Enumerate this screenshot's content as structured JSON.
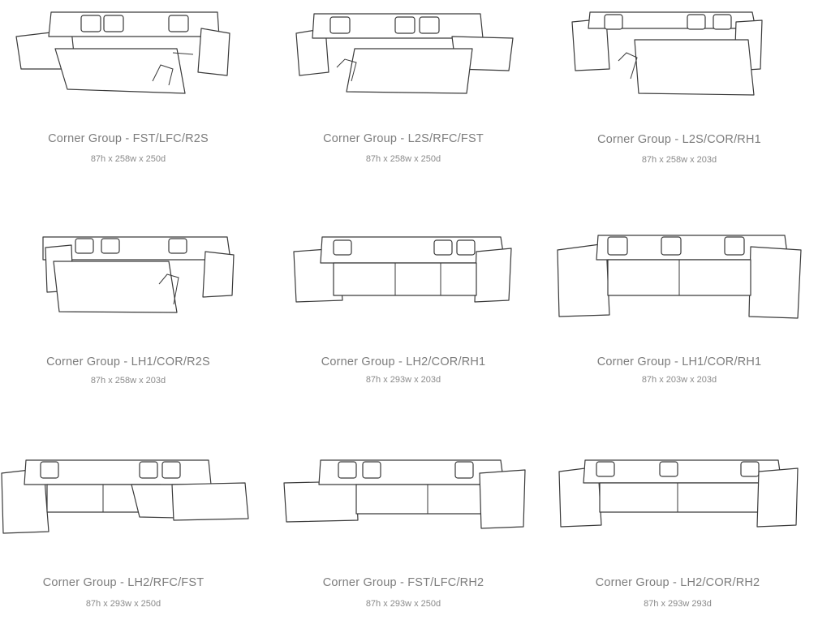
{
  "products": [
    {
      "title": "Corner Group - FST/LFC/R2S",
      "dims": "87h x 258w x 250d",
      "icon": "sofa-bed-footstool-left-icon"
    },
    {
      "title": "Corner Group - L2S/RFC/FST",
      "dims": "87h x 258w x 250d",
      "icon": "sofa-bed-footstool-right-icon"
    },
    {
      "title": "Corner Group - L2S/COR/RH1",
      "dims": "87h x 258w x 203d",
      "icon": "sofa-bed-corner-icon"
    },
    {
      "title": "Corner Group - LH1/COR/R2S",
      "dims": "87h x 258w x 203d",
      "icon": "sofa-bed-corner-icon"
    },
    {
      "title": "Corner Group - LH2/COR/RH1",
      "dims": "87h x 293w x 203d",
      "icon": "corner-sofa-icon"
    },
    {
      "title": "Corner Group - LH1/COR/RH1",
      "dims": "87h x 203w x 203d",
      "icon": "corner-sofa-icon"
    },
    {
      "title": "Corner Group - LH2/RFC/FST",
      "dims": "87h x 293w x 250d",
      "icon": "corner-sofa-footstool-right-icon"
    },
    {
      "title": "Corner Group - FST/LFC/RH2",
      "dims": "87h x 293w x 250d",
      "icon": "corner-sofa-footstool-left-icon"
    },
    {
      "title": "Corner Group - LH2/COR/RH2",
      "dims": "87h x 293w 293d",
      "icon": "corner-sofa-icon"
    }
  ]
}
